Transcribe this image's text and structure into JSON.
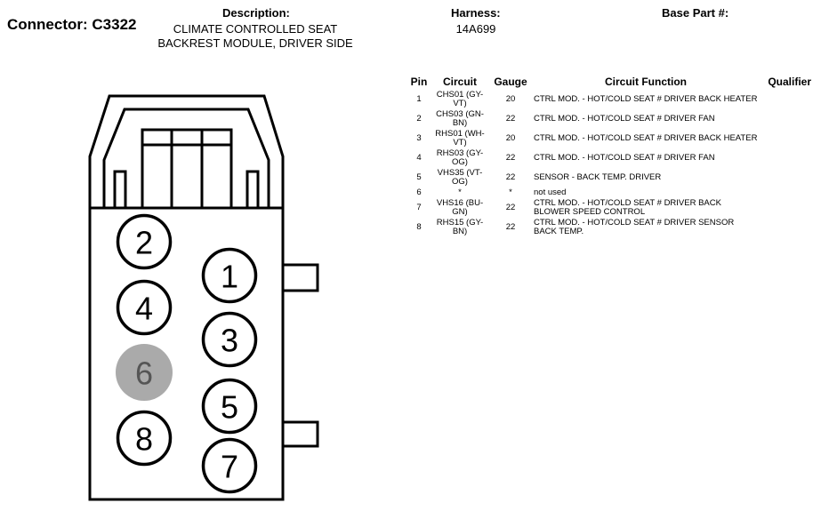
{
  "header": {
    "connector_title": "Connector: C3322",
    "description_label": "Description:",
    "description_lines": [
      "CLIMATE CONTROLLED SEAT",
      "BACKREST MODULE, DRIVER SIDE"
    ],
    "harness_label": "Harness:",
    "harness_value": "14A699",
    "base_part_label": "Base Part #:"
  },
  "table": {
    "columns": [
      "Pin",
      "Circuit",
      "Gauge",
      "Circuit Function",
      "Qualifier"
    ],
    "rows": [
      {
        "pin": "1",
        "circuit": "CHS01 (GY-VT)",
        "gauge": "20",
        "function": "CTRL MOD. - HOT/COLD SEAT # DRIVER BACK HEATER",
        "qualifier": ""
      },
      {
        "pin": "2",
        "circuit": "CHS03 (GN-BN)",
        "gauge": "22",
        "function": "CTRL MOD. - HOT/COLD SEAT # DRIVER FAN",
        "qualifier": ""
      },
      {
        "pin": "3",
        "circuit": "RHS01 (WH-VT)",
        "gauge": "20",
        "function": "CTRL MOD. - HOT/COLD SEAT # DRIVER BACK HEATER",
        "qualifier": ""
      },
      {
        "pin": "4",
        "circuit": "RHS03 (GY-OG)",
        "gauge": "22",
        "function": "CTRL MOD. - HOT/COLD SEAT # DRIVER FAN",
        "qualifier": ""
      },
      {
        "pin": "5",
        "circuit": "VHS35 (VT-OG)",
        "gauge": "22",
        "function": "SENSOR - BACK TEMP. DRIVER",
        "qualifier": ""
      },
      {
        "pin": "6",
        "circuit": "*",
        "gauge": "*",
        "function": "not used",
        "qualifier": ""
      },
      {
        "pin": "7",
        "circuit": "VHS16 (BU-GN)",
        "gauge": "22",
        "function": "CTRL MOD. - HOT/COLD SEAT # DRIVER BACK BLOWER SPEED CONTROL",
        "qualifier": ""
      },
      {
        "pin": "8",
        "circuit": "RHS15 (GY-BN)",
        "gauge": "22",
        "function": "CTRL MOD. - HOT/COLD SEAT # DRIVER SENSOR BACK TEMP.",
        "qualifier": ""
      }
    ]
  },
  "diagram": {
    "pins": [
      {
        "label": "2",
        "used": true
      },
      {
        "label": "1",
        "used": true
      },
      {
        "label": "4",
        "used": true
      },
      {
        "label": "3",
        "used": true
      },
      {
        "label": "6",
        "used": false
      },
      {
        "label": "5",
        "used": true
      },
      {
        "label": "8",
        "used": true
      },
      {
        "label": "7",
        "used": true
      }
    ],
    "colors": {
      "line": "#000000",
      "unused_fill": "#aaaaaa",
      "unused_text": "#555555"
    }
  }
}
